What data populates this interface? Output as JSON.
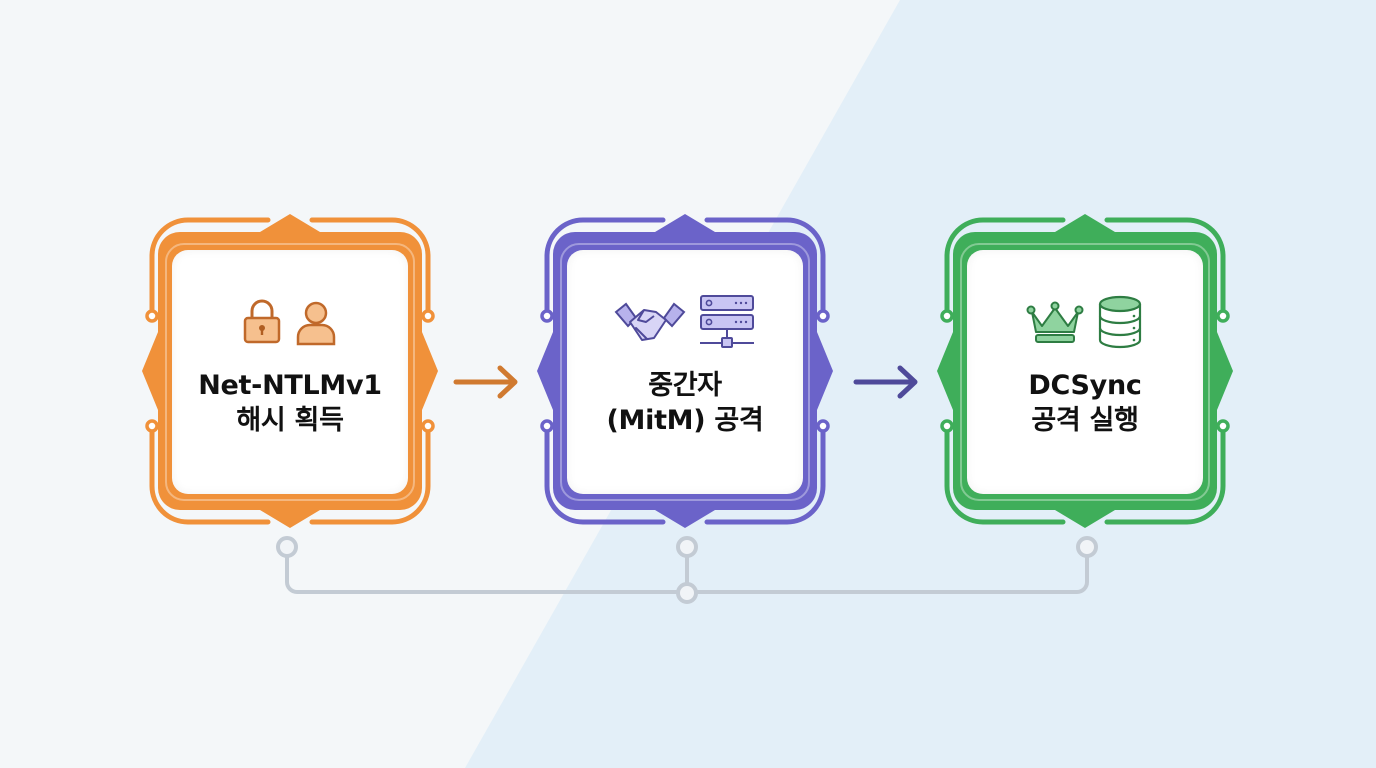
{
  "diagram": {
    "type": "flow",
    "steps": [
      {
        "id": "step-1",
        "title": "Net-NTLMv1",
        "subtitle": "해시 획득",
        "color": "#f0913a",
        "icons": [
          "padlock-icon",
          "user-icon"
        ]
      },
      {
        "id": "step-2",
        "title": "중간자",
        "subtitle": "(MitM) 공격",
        "color": "#6b63c9",
        "icons": [
          "handshake-icon",
          "server-network-icon"
        ]
      },
      {
        "id": "step-3",
        "title": "DCSync",
        "subtitle": "공격 실행",
        "color": "#3fae5a",
        "icons": [
          "crown-icon",
          "database-icon"
        ]
      }
    ],
    "arrows": [
      {
        "from": "step-1",
        "to": "step-2",
        "color": "#d07a30"
      },
      {
        "from": "step-2",
        "to": "step-3",
        "color": "#4f4a9a"
      }
    ],
    "connector": {
      "color": "#c3cbd4",
      "links": [
        "step-1",
        "step-2",
        "step-3"
      ]
    },
    "background": {
      "left": "#f4f7f9",
      "right": "#e3eff8"
    }
  }
}
